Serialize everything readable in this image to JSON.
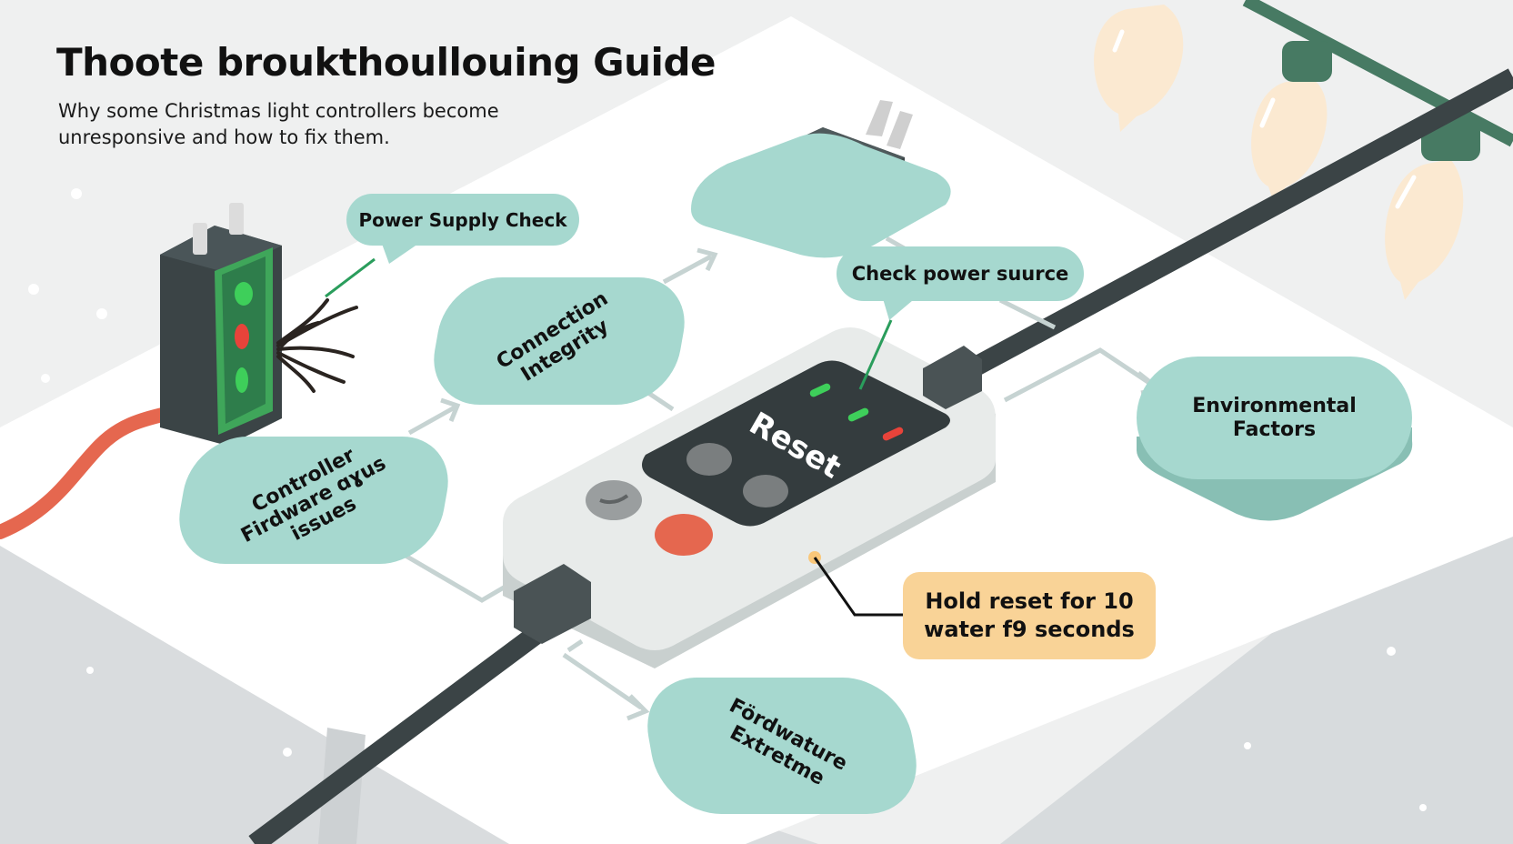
{
  "header": {
    "title": "Thoote broukthoullouing Guide",
    "subtitle_line1": "Why some Christmas light controllers become",
    "subtitle_line2": "unresponsive and how to fix them."
  },
  "callouts": {
    "power_supply_check": "Power Supply Check",
    "check_power_source": "Check power suurce",
    "hold_reset_line1": "Hold reset for 10",
    "hold_reset_line2": "water f9 seconds"
  },
  "nodes": {
    "connection_integrity_line1": "Connection",
    "connection_integrity_line2": "Integrity",
    "controller_firmware_line1": "Controller",
    "controller_firmware_line2": "Firdware ɑɣus",
    "controller_firmware_line3": "issues",
    "environmental_factors_line1": "Environmental",
    "environmental_factors_line2": "Factors",
    "fordwature_line1": "Fördwature",
    "fordwature_line2": "Extretme"
  },
  "device": {
    "reset_label": "Reset",
    "led_colors": [
      "#3ecf5a",
      "#3ecf5a",
      "#e8433a"
    ]
  },
  "colors": {
    "background": "#eff0f0",
    "table_surface": "#ffffff",
    "floor": "#d7dbdd",
    "bubble_teal": "#a6d8cf",
    "note_orange": "#f9d397",
    "cable_dark": "#3b4446",
    "cable_red": "#e5674f",
    "bulb_cream": "#fbe9d1",
    "bulb_cap": "#477a63",
    "arrow_gray": "#c6d3d2",
    "pointer_green": "#2a9d5c"
  }
}
